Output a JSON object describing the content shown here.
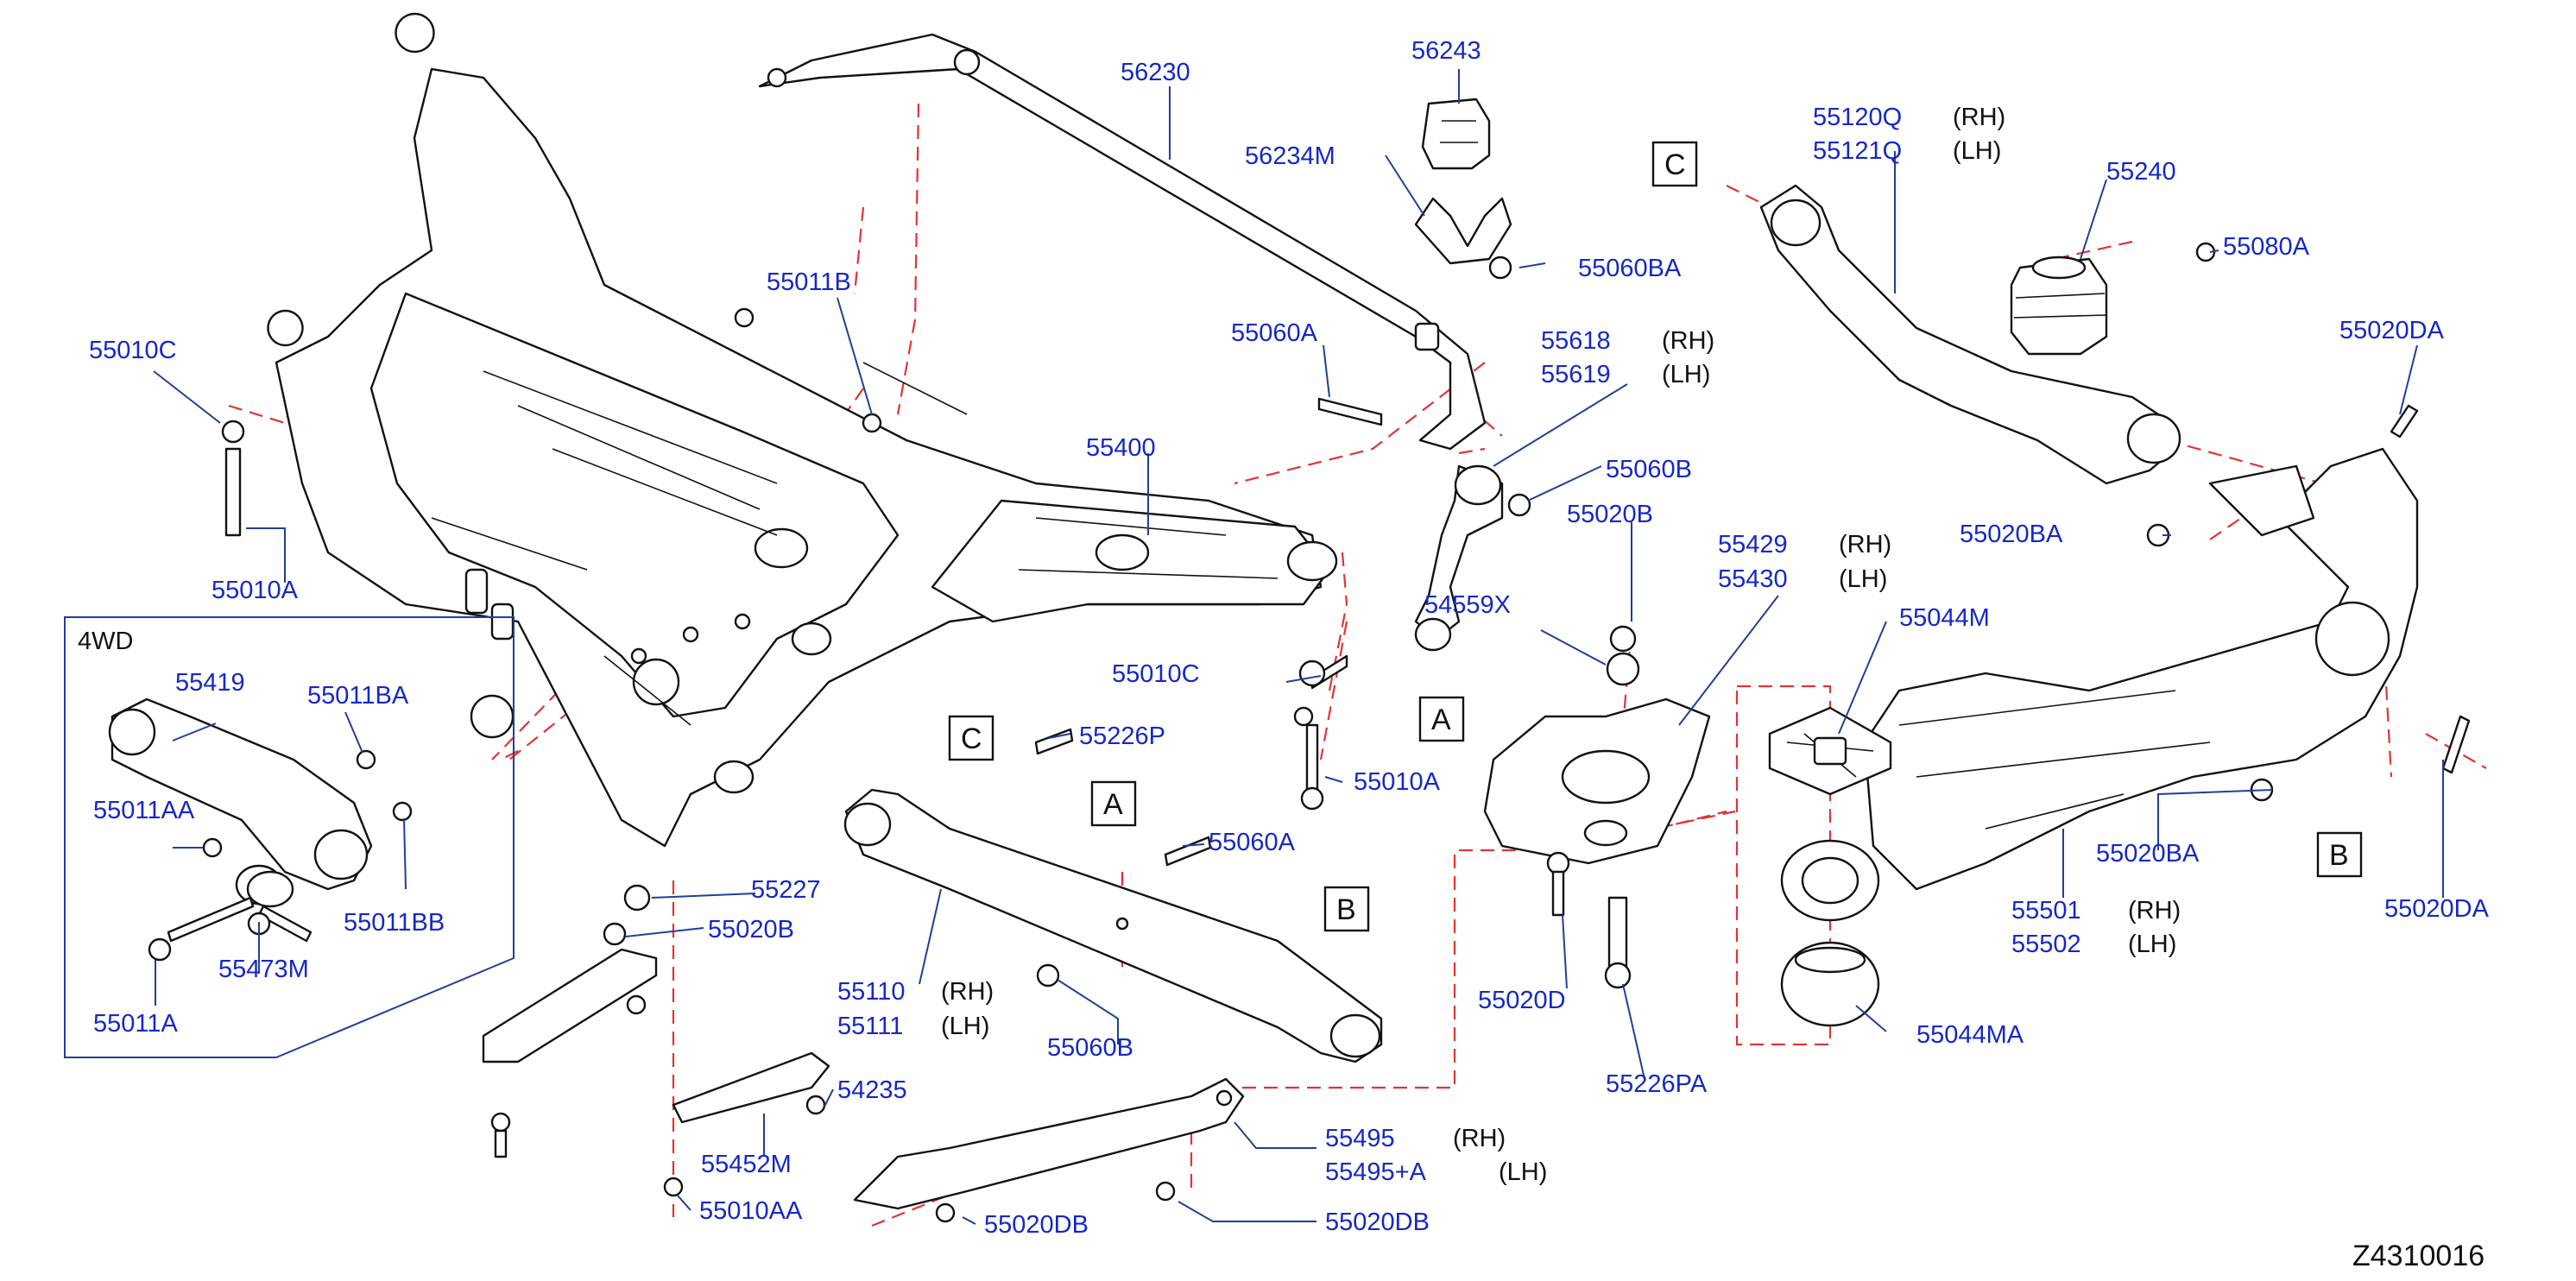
{
  "diagram_code": "Z4310016",
  "variant_label": "4WD",
  "side_labels": {
    "rh": "(RH)",
    "lh": "(LH)"
  },
  "ref_letters": [
    "A",
    "B",
    "C"
  ],
  "labels": {
    "p56230": "56230",
    "p56243": "56243",
    "p56234M": "56234M",
    "p55060BA": "55060BA",
    "p55060A": "55060A",
    "p55618": "55618",
    "p55619": "55619",
    "p55060B": "55060B",
    "p55011B": "55011B",
    "p55010C_top": "55010C",
    "p55010A_top": "55010A",
    "p55400": "55400",
    "p55010C_mid": "55010C",
    "p55226P": "55226P",
    "p55010A_mid": "55010A",
    "p55020B_top": "55020B",
    "p54559X": "54559X",
    "p55120Q": "55120Q",
    "p55121Q": "55121Q",
    "p55240": "55240",
    "p55080A": "55080A",
    "p55020DA_top": "55020DA",
    "p55020BA_top": "55020BA",
    "p55429": "55429",
    "p55430": "55430",
    "p55044M": "55044M",
    "p55419": "55419",
    "p55011BA": "55011BA",
    "p55011AA": "55011AA",
    "p55011BB": "55011BB",
    "p55473M": "55473M",
    "p55011A": "55011A",
    "p55227": "55227",
    "p55020B_mid": "55020B",
    "p55060A_mid": "55060A",
    "p55110": "55110",
    "p55111": "55111",
    "p55060B_bot": "55060B",
    "p55020D": "55020D",
    "p55226PA": "55226PA",
    "p55044MA": "55044MA",
    "p55020BA_bot": "55020BA",
    "p55501": "55501",
    "p55502": "55502",
    "p55020DA_bot": "55020DA",
    "p54235": "54235",
    "p55452M": "55452M",
    "p55010AA": "55010AA",
    "p55495": "55495",
    "p55495A": "55495+A",
    "p55020DB_a": "55020DB",
    "p55020DB_b": "55020DB"
  }
}
